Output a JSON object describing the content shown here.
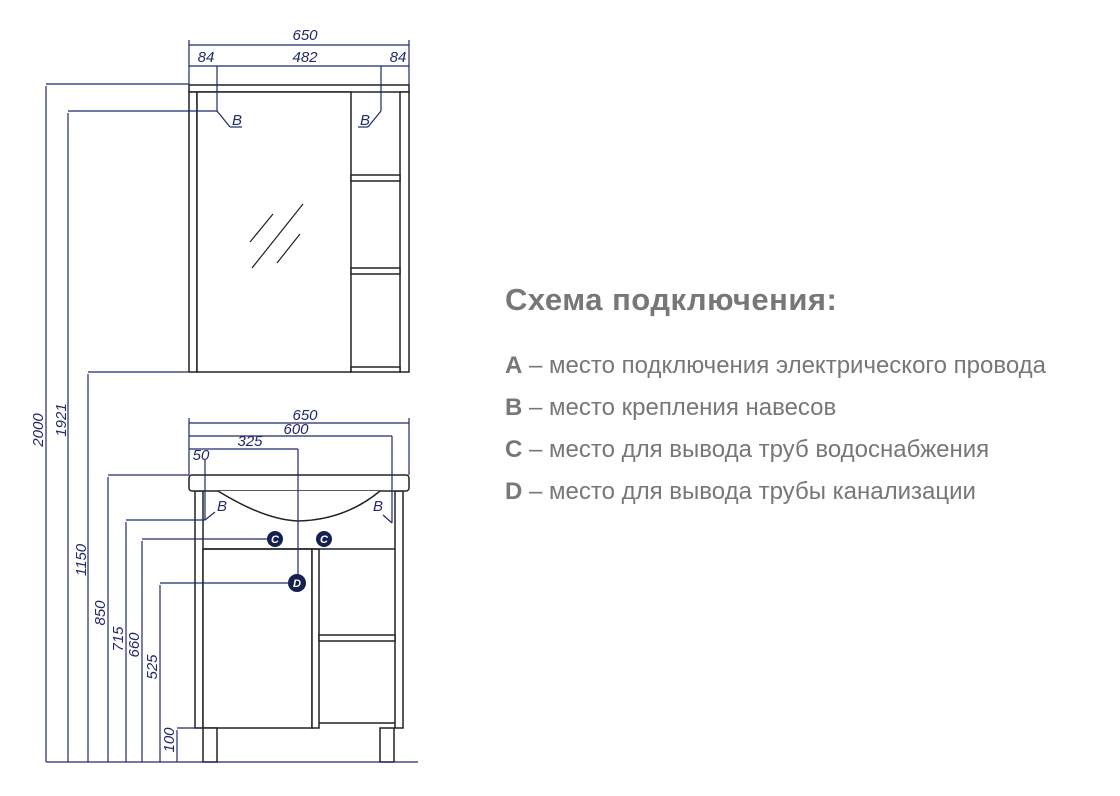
{
  "legend": {
    "title": "Схема подключения:",
    "items": [
      {
        "key": "A",
        "text": "– место подключения электрического провода"
      },
      {
        "key": "B",
        "text": "– место крепления навесов"
      },
      {
        "key": "C",
        "text": "– место для вывода труб водоснабжения"
      },
      {
        "key": "D",
        "text": "– место для вывода трубы канализации"
      }
    ]
  },
  "mirror_dims": {
    "total_width": "650",
    "left_offset": "84",
    "middle": "482",
    "right_offset": "84",
    "mark_b": "B"
  },
  "vanity_dims": {
    "total_width": "650",
    "inner_width": "600",
    "drain_offset": "325",
    "hinge_offset": "50",
    "mark_b": "B",
    "mark_c": "C",
    "mark_d": "D"
  },
  "heights": {
    "h2000": "2000",
    "h1921": "1921",
    "h1150": "1150",
    "h850": "850",
    "h715": "715",
    "h660": "660",
    "h525": "525",
    "h100": "100"
  },
  "colors": {
    "dimension": "#1f2a6b",
    "outline": "#222222",
    "legend_text": "#777777"
  }
}
